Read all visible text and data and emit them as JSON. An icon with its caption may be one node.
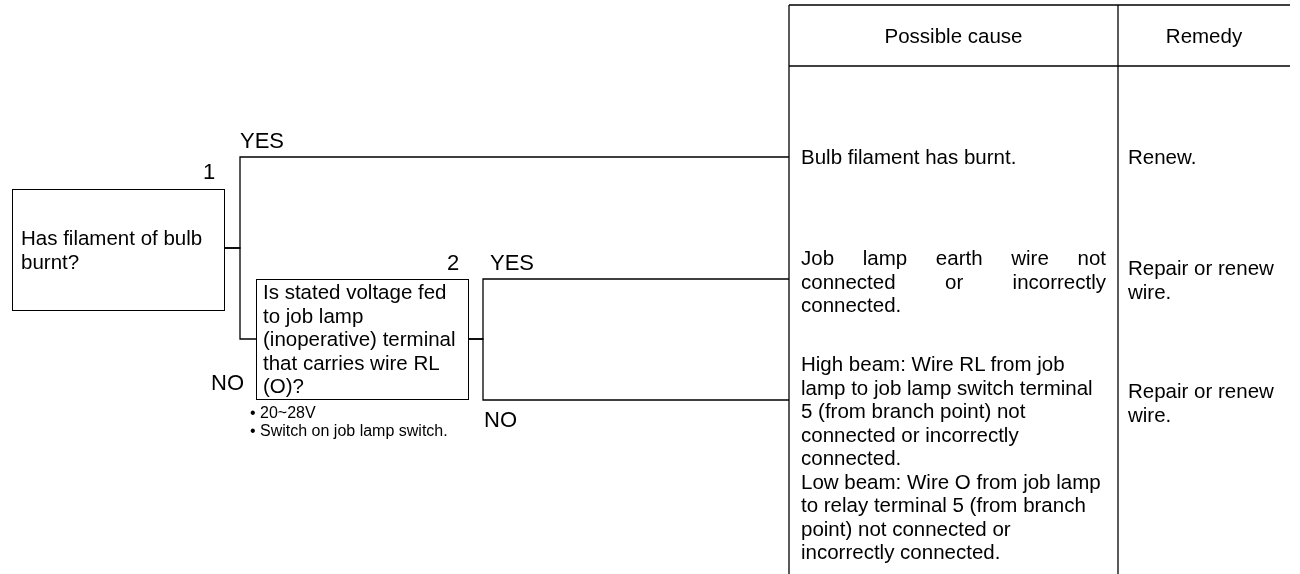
{
  "diagram": {
    "nodes": [
      {
        "text": [
          "Has filament of bulb burnt?"
        ],
        "beside": [
          "1"
        ]
      },
      {
        "text": [
          "Is stated voltage fed to job lamp (inoperative) terminal that carries wire RL (O)?"
        ],
        "beside": [
          "2",
          "• 20~28V",
          "• Switch on job lamp switch."
        ]
      },
      {
        "text": [
          "Bulb filament has burnt."
        ]
      },
      {
        "text": [
          "Job lamp earth wire not connected or incorrectly connected."
        ]
      },
      {
        "text": [
          "High beam: Wire RL from job lamp to job lamp switch terminal 5 (from branch point) not connected or incorrectly connected.",
          "Low beam: Wire O from job lamp to relay terminal 5 (from branch point) not connected or incorrectly connected."
        ]
      }
    ],
    "edges": [
      {
        "from": 0,
        "to": 2,
        "arrow": "none",
        "label": "YES"
      },
      {
        "from": 0,
        "to": 1,
        "arrow": "none",
        "label": "NO"
      },
      {
        "from": 1,
        "to": 3,
        "arrow": "none",
        "label": "YES"
      },
      {
        "from": 1,
        "to": 4,
        "arrow": "none",
        "label": "NO"
      }
    ],
    "labels": [
      "Possible cause",
      "Remedy",
      "Renew.",
      "Repair or renew wire.",
      "Repair or renew wire."
    ]
  }
}
